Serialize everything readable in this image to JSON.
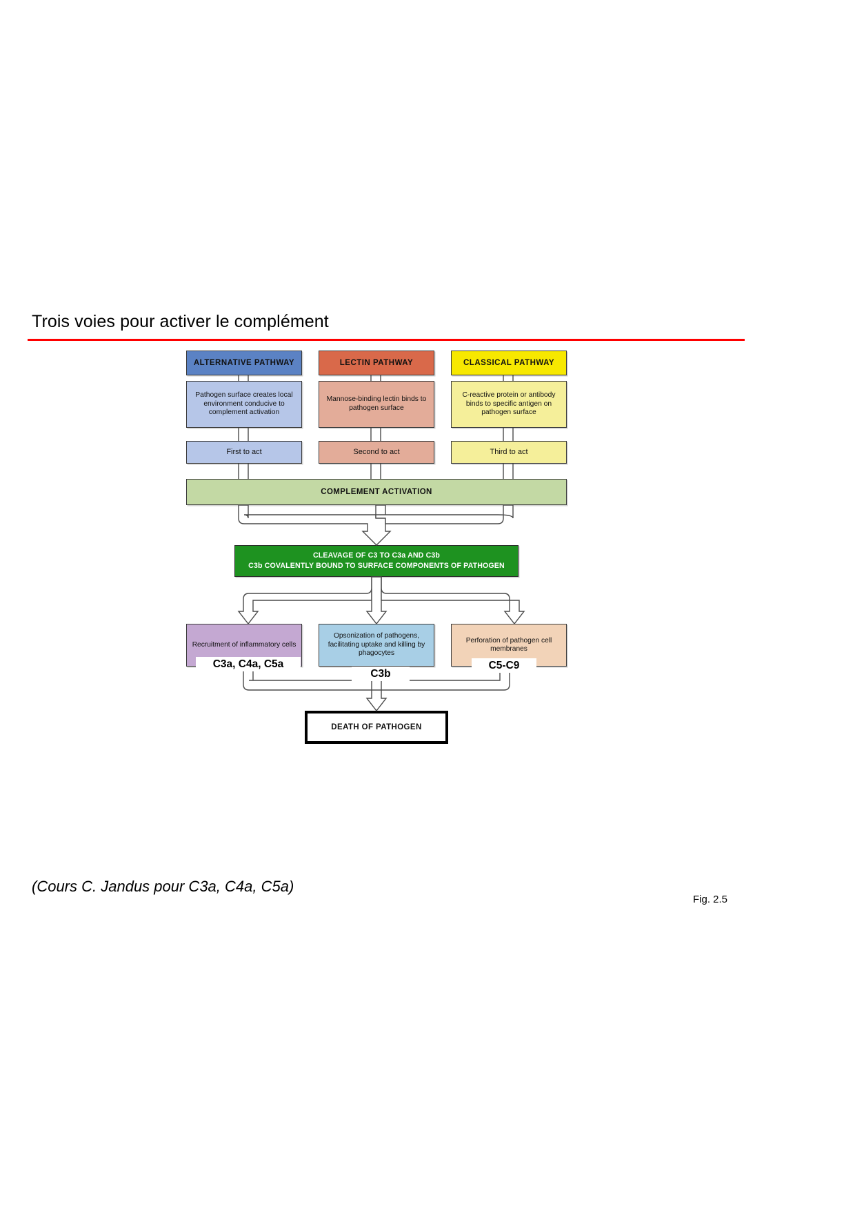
{
  "slide": {
    "title": "Trois voies pour activer le complément",
    "rule_color": "#ff0000"
  },
  "figure": {
    "columns": [
      {
        "id": "alternative",
        "header": "ALTERNATIVE  PATHWAY",
        "description": "Pathogen surface creates local environment conducive to complement activation",
        "order": "First to act",
        "header_color": "#5b82c4",
        "body_color": "#b6c6e8"
      },
      {
        "id": "lectin",
        "header": "LECTIN  PATHWAY",
        "description": "Mannose-binding lectin binds to pathogen surface",
        "order": "Second to act",
        "header_color": "#d9694a",
        "body_color": "#e3ac99"
      },
      {
        "id": "classical",
        "header": "CLASSICAL  PATHWAY",
        "description": "C-reactive protein or antibody binds to specific antigen on pathogen surface",
        "order": "Third to act",
        "header_color": "#f7e800",
        "body_color": "#f5ef9a"
      }
    ],
    "complement_activation": {
      "label": "COMPLEMENT ACTIVATION",
      "color": "#c3d9a4"
    },
    "cleavage": {
      "line1": "CLEAVAGE OF C3 TO C3a AND C3b",
      "line2": "C3b COVALENTLY BOUND TO SURFACE COMPONENTS OF PATHOGEN",
      "color": "#1e9220"
    },
    "effects": [
      {
        "id": "recruitment",
        "text": "Recruitment  of inflammatory  cells",
        "annotation": "C3a, C4a, C5a",
        "color": "#c4a8d2"
      },
      {
        "id": "opsonization",
        "text": "Opsonization of pathogens, facilitating uptake and killing by phagocytes",
        "annotation": "C3b",
        "color": "#a8cfe6"
      },
      {
        "id": "perforation",
        "text": "Perforation of pathogen cell membranes",
        "annotation": "C5-C9",
        "color": "#f2d3b8"
      }
    ],
    "outcome": {
      "label": "DEATH OF PATHOGEN"
    }
  },
  "footer": {
    "source_note": "(Cours C. Jandus pour C3a, C4a, C5a)",
    "figure_number": "Fig. 2.5"
  }
}
